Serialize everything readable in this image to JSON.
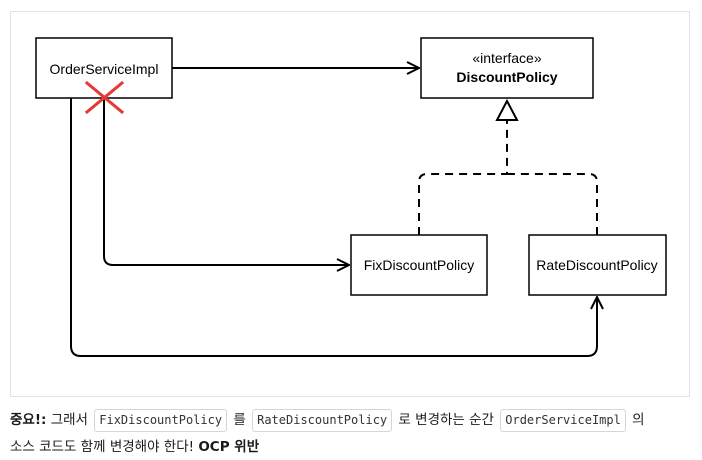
{
  "diagram": {
    "nodes": {
      "order_service": {
        "label": "OrderServiceImpl"
      },
      "discount_policy": {
        "stereotype": "«interface»",
        "label": "DiscountPolicy"
      },
      "fix_policy": {
        "label": "FixDiscountPolicy"
      },
      "rate_policy": {
        "label": "RateDiscountPolicy"
      }
    },
    "edges": [
      {
        "from": "OrderServiceImpl",
        "to": "DiscountPolicy",
        "style": "solid",
        "arrow": "open"
      },
      {
        "from": "OrderServiceImpl",
        "to": "FixDiscountPolicy",
        "style": "solid",
        "arrow": "open",
        "crossed_out": true
      },
      {
        "from": "OrderServiceImpl",
        "to": "RateDiscountPolicy",
        "style": "solid",
        "arrow": "open"
      },
      {
        "from": "FixDiscountPolicy",
        "to": "DiscountPolicy",
        "style": "dashed",
        "arrow": "hollow-triangle"
      },
      {
        "from": "RateDiscountPolicy",
        "to": "DiscountPolicy",
        "style": "dashed",
        "arrow": "hollow-triangle"
      }
    ],
    "colors": {
      "line": "#000000",
      "cross": "#e53935"
    }
  },
  "caption": {
    "important": "중요!:",
    "text1": " 그래서 ",
    "code1": "FixDiscountPolicy",
    "text2": " 를 ",
    "code2": "RateDiscountPolicy",
    "text3": " 로 변경하는 순간 ",
    "code3": "OrderServiceImpl",
    "text4": " 의",
    "text5": "소스 코드도 함께 변경해야 한다! ",
    "ocp": "OCP 위반"
  }
}
